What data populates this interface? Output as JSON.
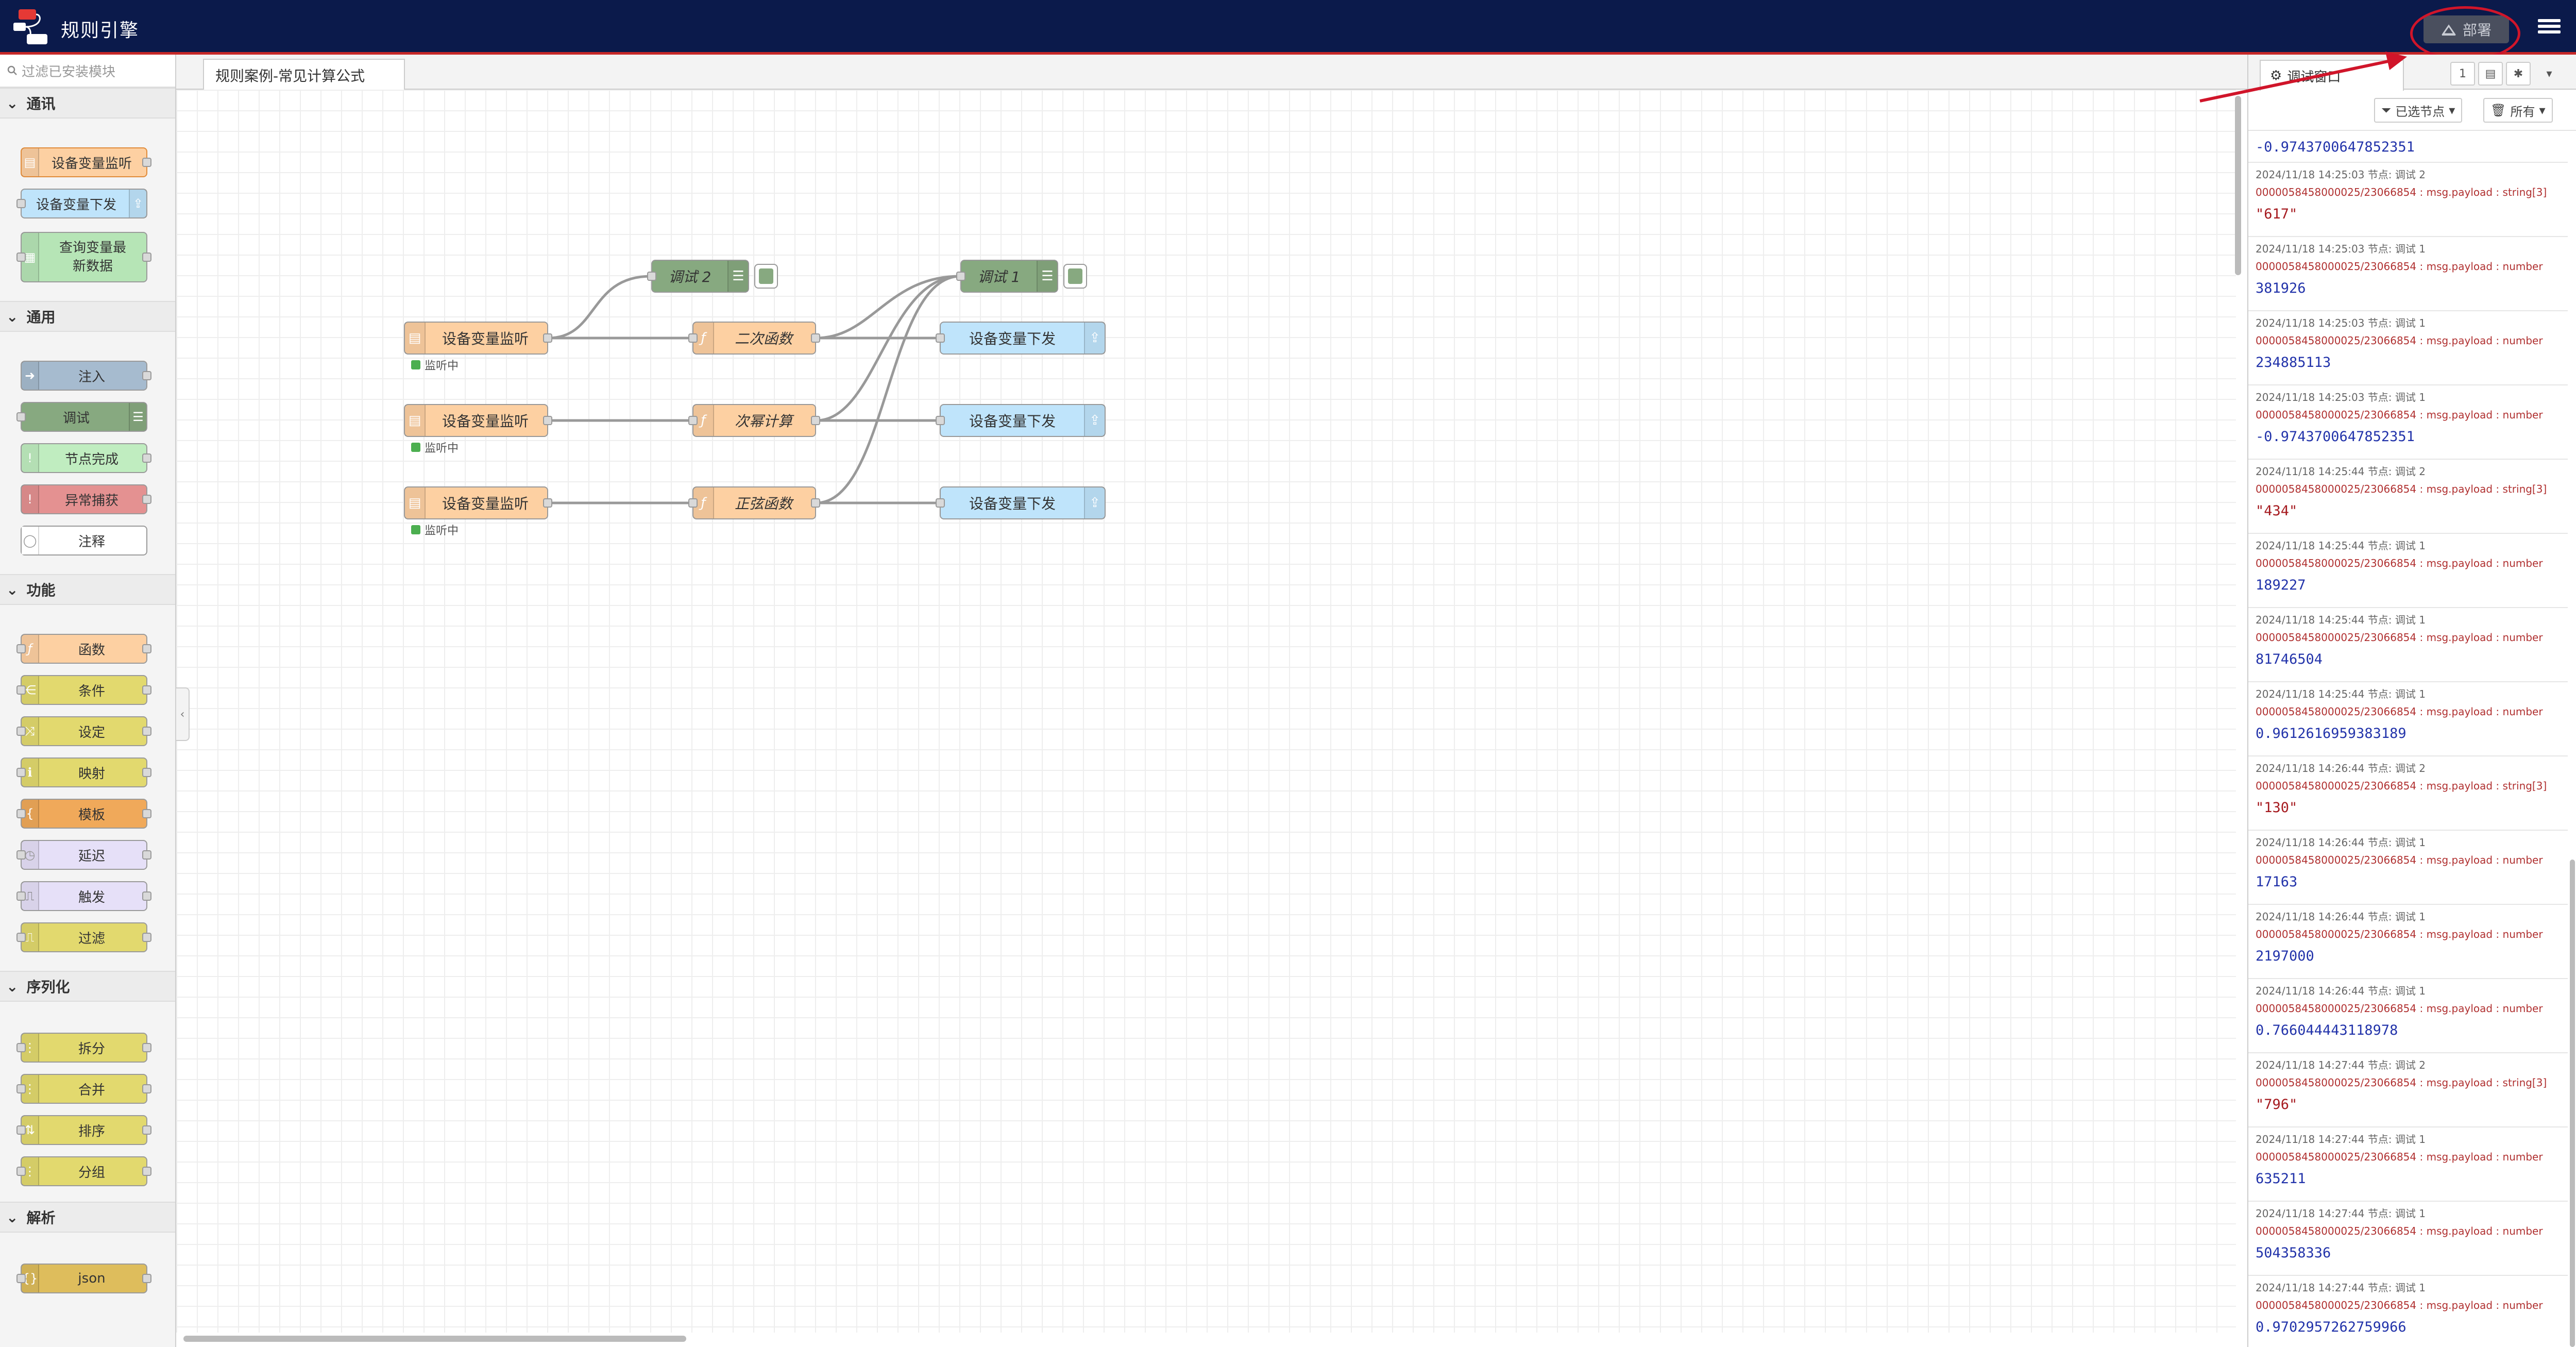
{
  "header": {
    "title": "规则引擎",
    "deploy_label": "部署",
    "accent_color": "#0b1a4b",
    "highlight_color": "#d0152a"
  },
  "palette": {
    "search_placeholder": "过滤已安装模块",
    "categories": [
      {
        "name": "通讯",
        "items": [
          "设备变量监听",
          "设备变量下发",
          "查询变量最新数据"
        ]
      },
      {
        "name": "通用",
        "items": [
          "注入",
          "调试",
          "节点完成",
          "异常捕获",
          "注释"
        ]
      },
      {
        "name": "功能",
        "items": [
          "函数",
          "条件",
          "设定",
          "映射",
          "模板",
          "延迟",
          "触发",
          "过滤"
        ]
      },
      {
        "name": "序列化",
        "items": [
          "拆分",
          "合并",
          "排序",
          "分组"
        ]
      },
      {
        "name": "解析",
        "items": [
          "json"
        ]
      }
    ]
  },
  "workspace": {
    "tab_label": "规则案例-常见计算公式",
    "nodes": {
      "debug2": "调试 2",
      "debug1": "调试 1",
      "listen1": "设备变量监听",
      "listen2": "设备变量监听",
      "listen3": "设备变量监听",
      "func1": "二次函数",
      "func2": "次幂计算",
      "func3": "正弦函数",
      "out1": "设备变量下发",
      "out2": "设备变量下发",
      "out3": "设备变量下发",
      "status": "监听中"
    }
  },
  "sidebar": {
    "tab_label": "调试窗口",
    "page_indicator": "1",
    "filter_nodes": "已选节点",
    "filter_all": "所有",
    "first_value": "-0.9743700647852351",
    "entries": [
      {
        "meta": "2024/11/18 14:25:03   节点: 调试 2",
        "topic": "0000058458000025/23066854 : msg.payload : string[3]",
        "value": "\"617\"",
        "type": "str"
      },
      {
        "meta": "2024/11/18 14:25:03   节点: 调试 1",
        "topic": "0000058458000025/23066854 : msg.payload : number",
        "value": "381926",
        "type": "num"
      },
      {
        "meta": "2024/11/18 14:25:03   节点: 调试 1",
        "topic": "0000058458000025/23066854 : msg.payload : number",
        "value": "234885113",
        "type": "num"
      },
      {
        "meta": "2024/11/18 14:25:03   节点: 调试 1",
        "topic": "0000058458000025/23066854 : msg.payload : number",
        "value": "-0.9743700647852351",
        "type": "num"
      },
      {
        "meta": "2024/11/18 14:25:44   节点: 调试 2",
        "topic": "0000058458000025/23066854 : msg.payload : string[3]",
        "value": "\"434\"",
        "type": "str"
      },
      {
        "meta": "2024/11/18 14:25:44   节点: 调试 1",
        "topic": "0000058458000025/23066854 : msg.payload : number",
        "value": "189227",
        "type": "num"
      },
      {
        "meta": "2024/11/18 14:25:44   节点: 调试 1",
        "topic": "0000058458000025/23066854 : msg.payload : number",
        "value": "81746504",
        "type": "num"
      },
      {
        "meta": "2024/11/18 14:25:44   节点: 调试 1",
        "topic": "0000058458000025/23066854 : msg.payload : number",
        "value": "0.9612616959383189",
        "type": "num"
      },
      {
        "meta": "2024/11/18 14:26:44   节点: 调试 2",
        "topic": "0000058458000025/23066854 : msg.payload : string[3]",
        "value": "\"130\"",
        "type": "str"
      },
      {
        "meta": "2024/11/18 14:26:44   节点: 调试 1",
        "topic": "0000058458000025/23066854 : msg.payload : number",
        "value": "17163",
        "type": "num"
      },
      {
        "meta": "2024/11/18 14:26:44   节点: 调试 1",
        "topic": "0000058458000025/23066854 : msg.payload : number",
        "value": "2197000",
        "type": "num"
      },
      {
        "meta": "2024/11/18 14:26:44   节点: 调试 1",
        "topic": "0000058458000025/23066854 : msg.payload : number",
        "value": "0.766044443118978",
        "type": "num"
      },
      {
        "meta": "2024/11/18 14:27:44   节点: 调试 2",
        "topic": "0000058458000025/23066854 : msg.payload : string[3]",
        "value": "\"796\"",
        "type": "str"
      },
      {
        "meta": "2024/11/18 14:27:44   节点: 调试 1",
        "topic": "0000058458000025/23066854 : msg.payload : number",
        "value": "635211",
        "type": "num"
      },
      {
        "meta": "2024/11/18 14:27:44   节点: 调试 1",
        "topic": "0000058458000025/23066854 : msg.payload : number",
        "value": "504358336",
        "type": "num"
      },
      {
        "meta": "2024/11/18 14:27:44   节点: 调试 1",
        "topic": "0000058458000025/23066854 : msg.payload : number",
        "value": "0.9702957262759966",
        "type": "num"
      }
    ]
  }
}
